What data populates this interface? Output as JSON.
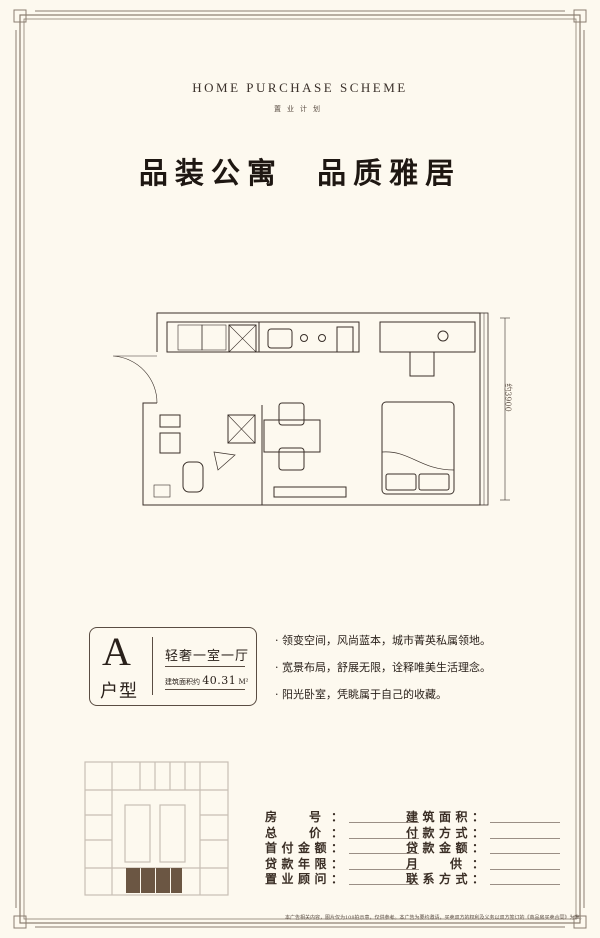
{
  "header": {
    "title_en": "HOME PURCHASE SCHEME",
    "title_cn": "置业计划"
  },
  "slogan": "品装公寓  品质雅居",
  "floorplan": {
    "dimension_label": "约3900"
  },
  "unit": {
    "letter": "A",
    "type_label": "户型",
    "layout": "轻奢一室一厅",
    "area_label": "建筑面积约",
    "area_value": "40.31",
    "area_unit": "M²"
  },
  "features": [
    "· 领变空间，风尚蓝本，城市菁英私属领地。",
    "· 宽景布局，舒展无限，诠释唯美生活理念。",
    "· 阳光卧室，凭眺属于自己的收藏。"
  ],
  "form": {
    "left": [
      "房　号：",
      "总　价：",
      "首付金额：",
      "贷款年限：",
      "置业顾问："
    ],
    "right": [
      "建筑面积：",
      "付款方式：",
      "贷款金额：",
      "月　供：",
      "联系方式："
    ]
  },
  "disclaimer": "本广告相关内容，图片仅为108拍示意，仅供参考。本广告为要约邀请，买卖双方的权利及义务以双方签订的《商品房买卖合同》为准。",
  "colors": {
    "background": "#fdf9ef",
    "frame": "#8a7d70",
    "highlight": "#6b5643",
    "text": "#2a211b"
  }
}
